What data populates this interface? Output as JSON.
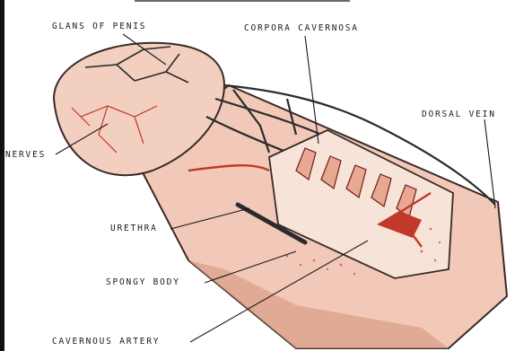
{
  "labels": {
    "glans": "GLANS OF PENIS",
    "corpora": "CORPORA CAVERNOSA",
    "dorsal_vein": "DORSAL VEIN",
    "nerves": "NERVES",
    "urethra": "URETHRA",
    "spongy_body": "SPONGY BODY",
    "cavernous_artery": "CAVERNOUS ARTERY"
  },
  "colors": {
    "skin": "#f2c9b8",
    "skin_shadow": "#d99f8a",
    "vessel_red": "#c0392b",
    "vein_dark": "#2b2b2b",
    "tissue_pale": "#f7e3d8"
  }
}
